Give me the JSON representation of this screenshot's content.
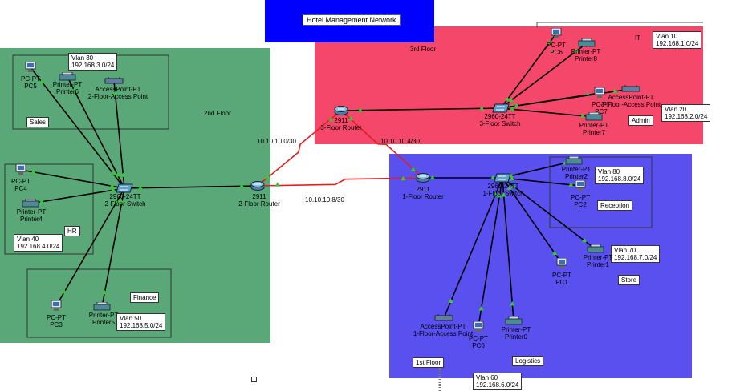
{
  "title": "Hotel Management Network",
  "colors": {
    "floor2": "#5aa878",
    "floor3": "#f5476a",
    "floor1": "#5a50f0",
    "title_bg": "#0000ff",
    "serial_link": "#e02020",
    "ethernet_link": "#000000",
    "port_up": "#33cc33"
  },
  "areas": {
    "floor2": "2nd Floor",
    "floor3": "3rd Floor",
    "floor1": "1st Floor"
  },
  "departments": {
    "sales": "Sales",
    "hr": "HR",
    "finance": "Finance",
    "it": "IT",
    "admin": "Admin",
    "reception": "Reception",
    "store": "Store",
    "logistics": "Logistics"
  },
  "vlans": {
    "sales": {
      "name": "Vlan 30",
      "net": "192.168.3.0/24"
    },
    "hr": {
      "name": "Vlan 40",
      "net": "192.168.4.0/24"
    },
    "finance": {
      "name": "Vlan 50",
      "net": "192.168.5.0/24"
    },
    "it": {
      "name": "Vlan 10",
      "net": "192.168.1.0/24"
    },
    "admin": {
      "name": "Vlan 20",
      "net": "192.168.2.0/24"
    },
    "reception": {
      "name": "Vlan 80",
      "net": "192.168.8.0/24"
    },
    "store": {
      "name": "Vlan 70",
      "net": "192.168.7.0/24"
    },
    "logistics": {
      "name": "Vlan 60",
      "net": "192.168.6.0/24"
    }
  },
  "networks": {
    "r2_r3": "10.10.10.0/30",
    "r3_r1": "10.10.10.4/30",
    "r2_r1": "10.10.10.8/30"
  },
  "devices": {
    "pc5": {
      "model": "PC-PT",
      "name": "PC5",
      "icon": "pc-icon"
    },
    "printer6": {
      "model": "Printer-PT",
      "name": "Printer6",
      "icon": "printer-icon"
    },
    "ap2": {
      "model": "AccessPoint-PT",
      "name": "2-Floor-Access Point",
      "icon": "access-point-icon"
    },
    "pc4": {
      "model": "PC-PT",
      "name": "PC4",
      "icon": "pc-icon"
    },
    "printer4": {
      "model": "Printer-PT",
      "name": "Printer4",
      "icon": "printer-icon"
    },
    "sw2": {
      "model": "2960-24TT",
      "name": "2-Floor Switch",
      "icon": "switch-icon"
    },
    "r2": {
      "model": "2911",
      "name": "2-Floor Router",
      "icon": "router-icon"
    },
    "pc3": {
      "model": "PC-PT",
      "name": "PC3",
      "icon": "pc-icon"
    },
    "printer5": {
      "model": "Printer-PT",
      "name": "Printer5",
      "icon": "printer-icon"
    },
    "r3": {
      "model": "2911",
      "name": "3-Floor Router",
      "icon": "router-icon"
    },
    "sw3": {
      "model": "2960-24TT",
      "name": "3-Floor Switch",
      "icon": "switch-icon"
    },
    "pc6": {
      "model": "PC-PT",
      "name": "PC6",
      "icon": "pc-icon"
    },
    "printer8": {
      "model": "Printer-PT",
      "name": "Printer8",
      "icon": "printer-icon"
    },
    "pc7": {
      "model": "PC-PT",
      "name": "PC7",
      "icon": "pc-icon"
    },
    "ap3": {
      "model": "AccessPoint-PT",
      "name": "3-Floor-Access Point",
      "icon": "access-point-icon"
    },
    "printer7": {
      "model": "Printer-PT",
      "name": "Printer7",
      "icon": "printer-icon"
    },
    "r1": {
      "model": "2911",
      "name": "1-Floor Router",
      "icon": "router-icon"
    },
    "sw1": {
      "model": "2960-24TT",
      "name": "1-Floor Switch",
      "icon": "switch-icon"
    },
    "printer2": {
      "model": "Printer-PT",
      "name": "Printer2",
      "icon": "printer-icon"
    },
    "pc2": {
      "model": "PC-PT",
      "name": "PC2",
      "icon": "pc-icon"
    },
    "printer1": {
      "model": "Printer-PT",
      "name": "Printer1",
      "icon": "printer-icon"
    },
    "pc1": {
      "model": "PC-PT",
      "name": "PC1",
      "icon": "pc-icon"
    },
    "ap1": {
      "model": "AccessPoint-PT",
      "name": "1-Floor-Access Point",
      "icon": "access-point-icon"
    },
    "pc0": {
      "model": "PC-PT",
      "name": "PC0",
      "icon": "pc-icon"
    },
    "printer0": {
      "model": "Printer-PT",
      "name": "Printer0",
      "icon": "printer-icon"
    }
  },
  "links": [
    {
      "from": "r2",
      "to": "r3",
      "type": "serial"
    },
    {
      "from": "r3",
      "to": "r1",
      "type": "serial"
    },
    {
      "from": "r2",
      "to": "r1",
      "type": "serial"
    },
    {
      "from": "sw2",
      "to": "r2",
      "type": "ethernet"
    },
    {
      "from": "sw2",
      "to": "pc5",
      "type": "ethernet"
    },
    {
      "from": "sw2",
      "to": "printer6",
      "type": "ethernet"
    },
    {
      "from": "sw2",
      "to": "ap2",
      "type": "ethernet"
    },
    {
      "from": "sw2",
      "to": "pc4",
      "type": "ethernet"
    },
    {
      "from": "sw2",
      "to": "printer4",
      "type": "ethernet"
    },
    {
      "from": "sw2",
      "to": "pc3",
      "type": "ethernet"
    },
    {
      "from": "sw2",
      "to": "printer5",
      "type": "ethernet"
    },
    {
      "from": "r3",
      "to": "sw3",
      "type": "ethernet"
    },
    {
      "from": "sw3",
      "to": "pc6",
      "type": "ethernet"
    },
    {
      "from": "sw3",
      "to": "printer8",
      "type": "ethernet"
    },
    {
      "from": "sw3",
      "to": "pc7",
      "type": "ethernet"
    },
    {
      "from": "sw3",
      "to": "ap3",
      "type": "ethernet"
    },
    {
      "from": "sw3",
      "to": "printer7",
      "type": "ethernet"
    },
    {
      "from": "r1",
      "to": "sw1",
      "type": "ethernet"
    },
    {
      "from": "sw1",
      "to": "printer2",
      "type": "ethernet"
    },
    {
      "from": "sw1",
      "to": "pc2",
      "type": "ethernet"
    },
    {
      "from": "sw1",
      "to": "printer1",
      "type": "ethernet"
    },
    {
      "from": "sw1",
      "to": "pc1",
      "type": "ethernet"
    },
    {
      "from": "sw1",
      "to": "ap1",
      "type": "ethernet"
    },
    {
      "from": "sw1",
      "to": "pc0",
      "type": "ethernet"
    },
    {
      "from": "sw1",
      "to": "printer0",
      "type": "ethernet"
    }
  ]
}
